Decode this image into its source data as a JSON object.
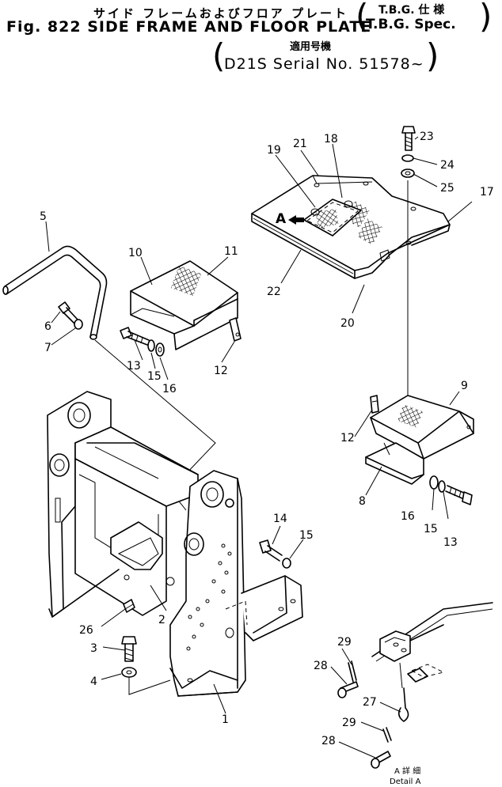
{
  "header": {
    "title_jp": "サイド フレームおよびフロア プレート",
    "title_en": "Fig. 822 SIDE FRAME AND FLOOR PLATE",
    "spec_jp": "T.B.G. 仕 様",
    "spec_en": "T.B.G. Spec.",
    "serial_jp": "適用号機",
    "serial_en": "D21S Serial No. 51578~"
  },
  "callouts": [
    "1",
    "2",
    "3",
    "4",
    "5",
    "6",
    "7",
    "8",
    "9",
    "10",
    "11",
    "12",
    "12",
    "13",
    "13",
    "14",
    "15",
    "15",
    "15",
    "16",
    "16",
    "17",
    "18",
    "19",
    "20",
    "21",
    "22",
    "23",
    "24",
    "25",
    "26",
    "27",
    "28",
    "28",
    "29",
    "29"
  ],
  "view_marker": "A",
  "detail": {
    "label_jp": "A 詳 細",
    "label_en": "Detail A"
  }
}
